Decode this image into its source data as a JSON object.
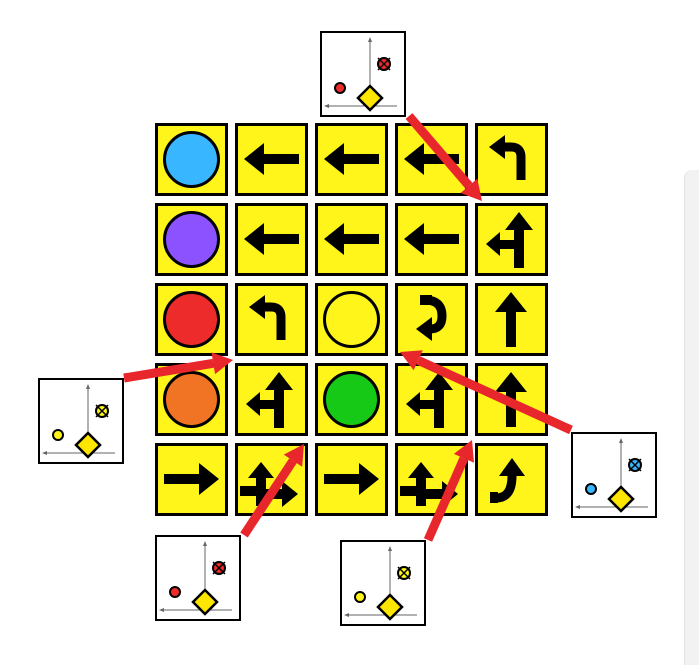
{
  "colors": {
    "tile_bg": "#fff51a",
    "outline": "#000000",
    "pointer": "#e8272c",
    "blue": "#38b6ff",
    "purple": "#8c52ff",
    "red": "#ee2b2b",
    "orange": "#f07423",
    "yellow": "#fff51a",
    "green": "#17c917",
    "goal_diamond": "#ffe600"
  },
  "board": {
    "rows": [
      [
        {
          "type": "circle",
          "color": "blue"
        },
        {
          "type": "arrow",
          "icon": "left"
        },
        {
          "type": "arrow",
          "icon": "left"
        },
        {
          "type": "arrow",
          "icon": "left"
        },
        {
          "type": "arrow",
          "icon": "uturn-left"
        }
      ],
      [
        {
          "type": "circle",
          "color": "purple"
        },
        {
          "type": "arrow",
          "icon": "left"
        },
        {
          "type": "arrow",
          "icon": "left"
        },
        {
          "type": "arrow",
          "icon": "left"
        },
        {
          "type": "arrow",
          "icon": "up-left-branch"
        }
      ],
      [
        {
          "type": "circle",
          "color": "red"
        },
        {
          "type": "arrow",
          "icon": "uturn-left"
        },
        {
          "type": "circle",
          "color": "yellow"
        },
        {
          "type": "arrow",
          "icon": "uturn-left-down"
        },
        {
          "type": "arrow",
          "icon": "up"
        }
      ],
      [
        {
          "type": "circle",
          "color": "orange"
        },
        {
          "type": "arrow",
          "icon": "up-left-branch"
        },
        {
          "type": "circle",
          "color": "green"
        },
        {
          "type": "arrow",
          "icon": "up-left-branch"
        },
        {
          "type": "arrow",
          "icon": "up"
        }
      ],
      [
        {
          "type": "arrow",
          "icon": "right"
        },
        {
          "type": "arrow",
          "icon": "up-right-branch"
        },
        {
          "type": "arrow",
          "icon": "right"
        },
        {
          "type": "arrow",
          "icon": "up-right-branch"
        },
        {
          "type": "arrow",
          "icon": "turn-right"
        }
      ]
    ]
  },
  "hint_cards": [
    {
      "name": "hint-card-top",
      "marker_color": "red",
      "target_row": 1,
      "target_col": 4
    },
    {
      "name": "hint-card-left",
      "marker_color": "yellow",
      "target_row": 3,
      "target_col": 1
    },
    {
      "name": "hint-card-right",
      "marker_color": "blue",
      "target_row": 3,
      "target_col": 3
    },
    {
      "name": "hint-card-bottom-left",
      "marker_color": "red",
      "target_row": 4,
      "target_col": 1
    },
    {
      "name": "hint-card-bottom-right",
      "marker_color": "yellow",
      "target_row": 4,
      "target_col": 3
    }
  ]
}
